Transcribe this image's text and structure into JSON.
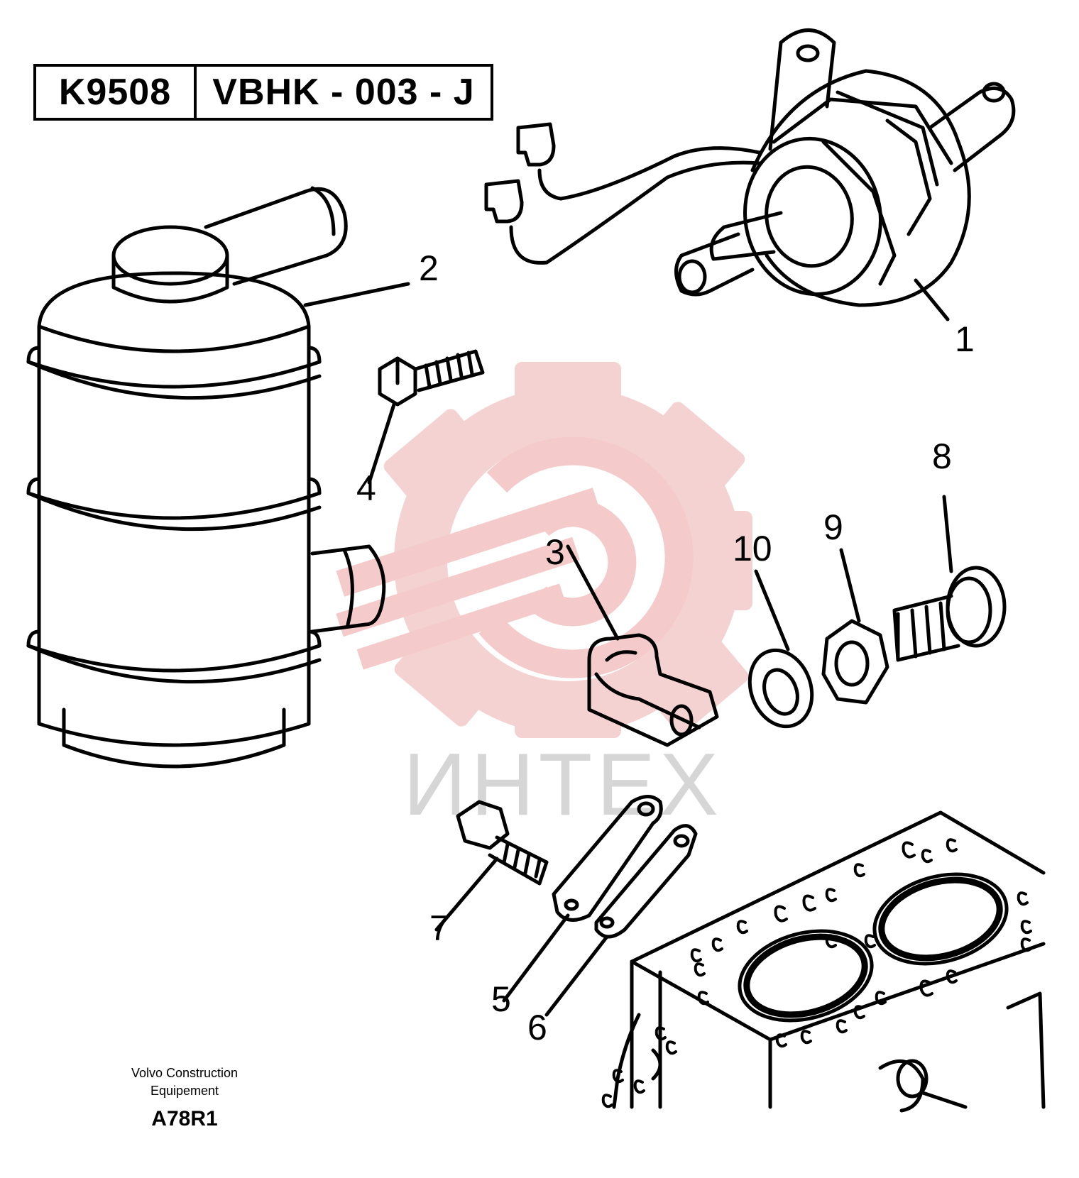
{
  "header": {
    "code_left": "K9508",
    "code_right": "VBHK - 003 - J"
  },
  "callouts": [
    {
      "id": "1",
      "label": "1"
    },
    {
      "id": "2",
      "label": "2"
    },
    {
      "id": "3",
      "label": "3"
    },
    {
      "id": "4",
      "label": "4"
    },
    {
      "id": "5",
      "label": "5"
    },
    {
      "id": "6",
      "label": "6"
    },
    {
      "id": "7",
      "label": "7"
    },
    {
      "id": "8",
      "label": "8"
    },
    {
      "id": "9",
      "label": "9"
    },
    {
      "id": "10",
      "label": "10"
    }
  ],
  "watermark": {
    "text": "ИНТЕХ",
    "color": "#f2c4c4"
  },
  "footer": {
    "line1": "Volvo Construction",
    "line2": "Equipement",
    "ref": "A78R1"
  },
  "colors": {
    "ink": "#000000",
    "background": "#ffffff",
    "watermark_gear": "#f4caca",
    "watermark_text": "#d6d6d6"
  }
}
